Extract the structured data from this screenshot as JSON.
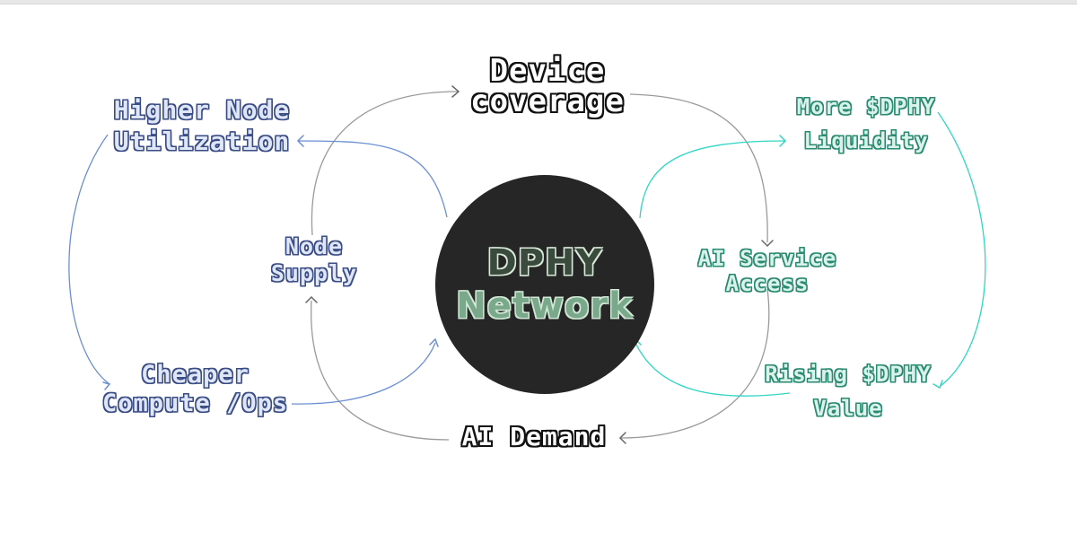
{
  "diagram": {
    "center": {
      "line1": "DPHY",
      "line2": "Network"
    },
    "inner_loop": [
      {
        "line1": "Device",
        "line2": "coverage"
      },
      {
        "line1": "AI Service",
        "line2": "Access"
      },
      {
        "line1": "AI Demand"
      },
      {
        "line1": "Node",
        "line2": "Supply"
      }
    ],
    "left_loop": [
      {
        "line1": "Higher Node",
        "line2": "Utilization"
      },
      {
        "line1": "Cheaper",
        "line2": "Compute /Ops"
      }
    ],
    "right_loop": [
      {
        "line1": "More $DPHY",
        "line2": "Liquidity"
      },
      {
        "line1": "Rising $DPHY",
        "line2": "Value"
      }
    ],
    "colors": {
      "hub": "#262626",
      "inner_arrows": "#9a9a9a",
      "left_arrows": "#6b8fd0",
      "right_arrows": "#2fd6c4",
      "left_text": "#3a4c84",
      "right_text": "#2a8a70"
    }
  }
}
